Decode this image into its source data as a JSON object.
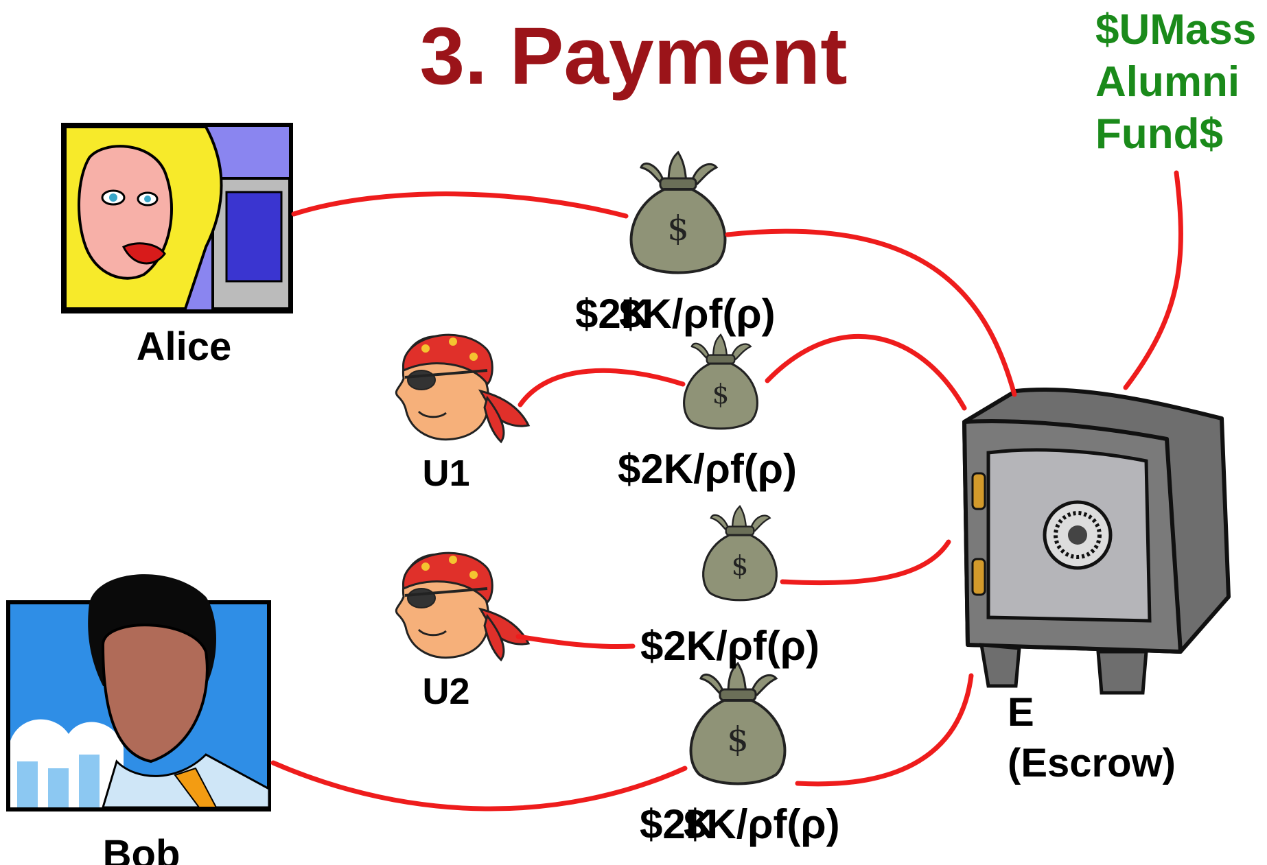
{
  "title": "3. Payment",
  "fund_lines": [
    "$UMass",
    "Alumni",
    "Fund$"
  ],
  "participants": {
    "alice": "Alice",
    "bob": "Bob",
    "u1": "U1",
    "u2": "U2",
    "escrow_line1": "E",
    "escrow_line2": "(Escrow)"
  },
  "payments": {
    "alice_a": "$2K",
    "alice_b": "$K/ρf(ρ)",
    "u1": "$2K/ρf(ρ)",
    "u2": "$2K/ρf(ρ)",
    "bob_a": "$2K",
    "bob_b": "$K/ρf(ρ)"
  },
  "icons": {
    "money_bag": "money-bag-icon",
    "safe": "safe-icon",
    "pirate": "pirate-icon",
    "alice": "alice-portrait",
    "bob": "bob-portrait"
  },
  "colors": {
    "title": "#9b1419",
    "arrow": "#ee1c1c",
    "fund": "#1a8a1a",
    "bag": "#8f9377"
  }
}
